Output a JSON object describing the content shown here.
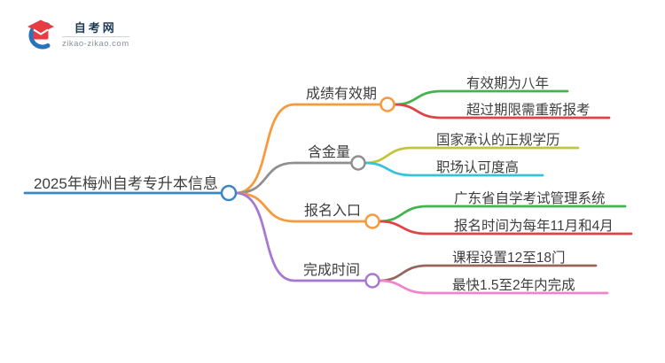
{
  "logo": {
    "name": "自考网",
    "domain": "zikao-zikao.com",
    "cap_color": "#e73c44",
    "swoosh_color": "#2b72b8"
  },
  "mindmap": {
    "root": {
      "label": "2025年梅州自考专升本信息",
      "color": "#3d86c6"
    },
    "branches": [
      {
        "label": "成绩有效期",
        "color": "#f8993c",
        "children": [
          {
            "label": "有效期为八年",
            "color": "#43b34d"
          },
          {
            "label": "超过期限需重新报考",
            "color": "#e04345"
          }
        ]
      },
      {
        "label": "含金量",
        "color": "#8f8f8f",
        "children": [
          {
            "label": "国家承认的正规学历",
            "color": "#c3c43b"
          },
          {
            "label": "职场认可度高",
            "color": "#36c3da"
          }
        ]
      },
      {
        "label": "报名入口",
        "color": "#f8993c",
        "children": [
          {
            "label": "广东省自学考试管理系统",
            "color": "#43b34d"
          },
          {
            "label": "报名时间为每年11月和4月",
            "color": "#e04345"
          }
        ]
      },
      {
        "label": "完成时间",
        "color": "#a678d1",
        "children": [
          {
            "label": "课程设置12至18门",
            "color": "#97655c"
          },
          {
            "label": "最快1.5至2年内完成",
            "color": "#ee85cc"
          }
        ]
      }
    ]
  }
}
